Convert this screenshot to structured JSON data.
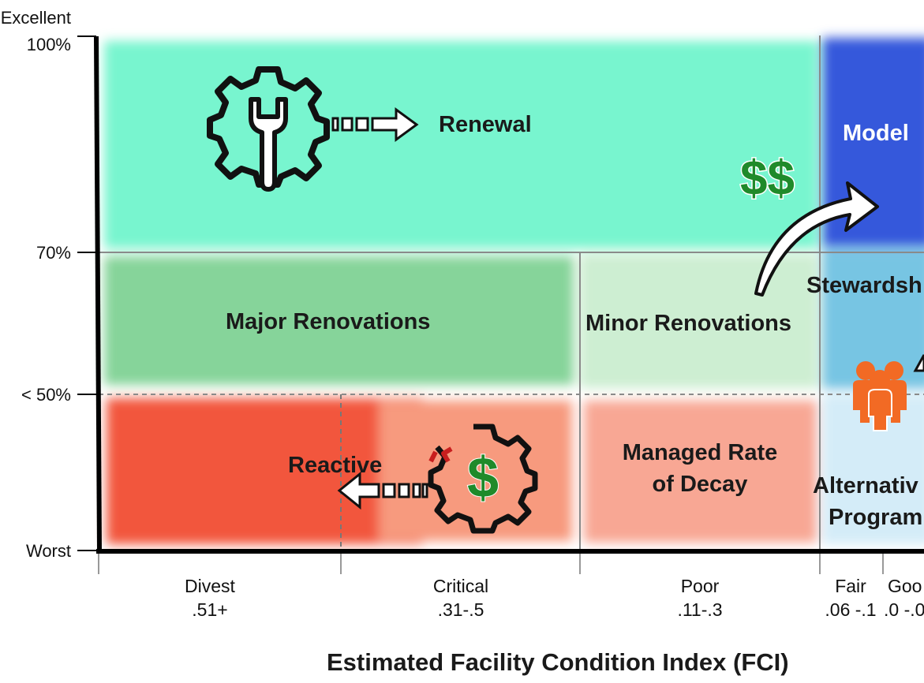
{
  "axes": {
    "y_ticks": [
      "Excellent",
      "100%",
      "70%",
      "< 50%",
      "Worst"
    ],
    "x_categories": [
      {
        "name": "Divest",
        "range": ".51+"
      },
      {
        "name": "Critical",
        "range": ".31-.5"
      },
      {
        "name": "Poor",
        "range": ".11-.3"
      },
      {
        "name": "Fair",
        "range": ".06 -.1"
      },
      {
        "name": "Goo",
        "range": ".0 -.0"
      }
    ],
    "x_title": "Estimated Facility Condition Index (FCI)"
  },
  "zones": {
    "renewal": "Renewal",
    "model": "Model",
    "money": "$$",
    "stewardship": "Stewardsh",
    "major_renovations": "Major Renovations",
    "minor_renovations": "Minor Renovations",
    "reactive": "Reactive",
    "managed_rate_line1": "Managed Rate",
    "managed_rate_line2": "of Decay",
    "alternative_line1": "Alternativ",
    "alternative_line2": "Program"
  },
  "colors": {
    "renewal_zone": "#78f5cf",
    "model_zone": "#3558db",
    "stewardship_zone": "#77c5e3",
    "major_renovations_zone": "#86d49a",
    "minor_renovations_zone": "#cdeed2",
    "reactive_zone": "#f2563e",
    "managed_rate_zone": "#f8a794",
    "alternative_zone": "#d4ecf8",
    "money_green": "#1f8a2a",
    "people_orange": "#f26a24"
  }
}
